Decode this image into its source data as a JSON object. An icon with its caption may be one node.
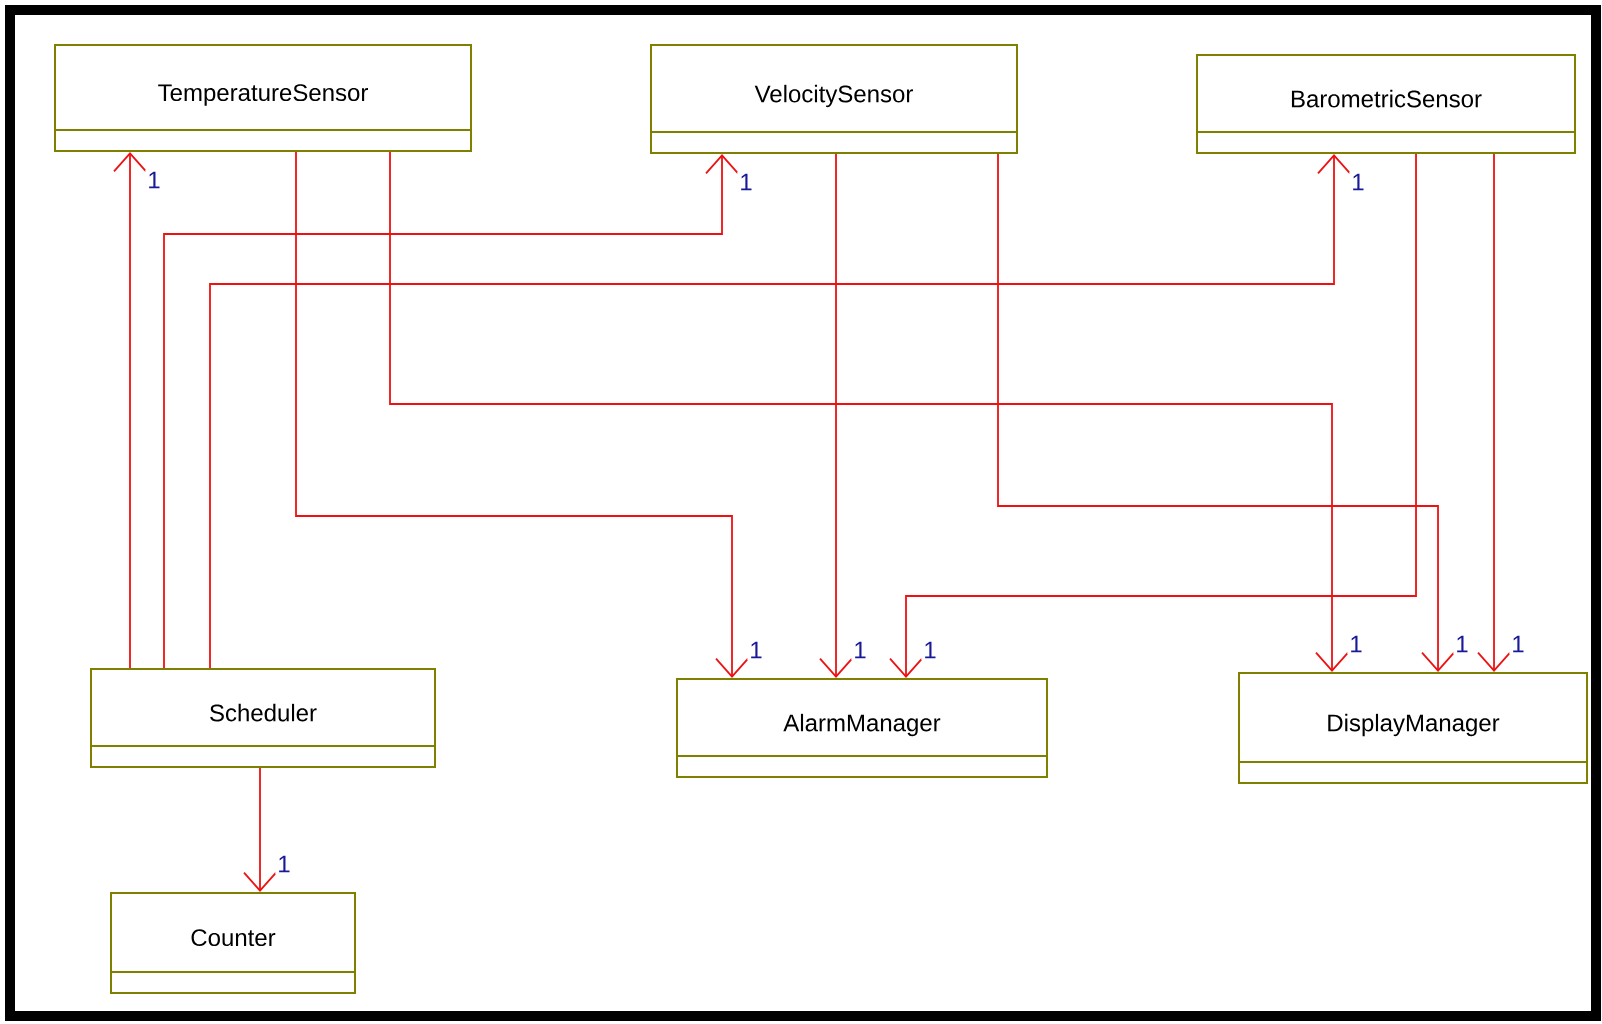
{
  "diagram": {
    "nodes": [
      {
        "text": [
          "TemperatureSensor"
        ]
      },
      {
        "text": [
          "VelocitySensor"
        ]
      },
      {
        "text": [
          "BarometricSensor"
        ]
      },
      {
        "text": [
          "Scheduler"
        ]
      },
      {
        "text": [
          "AlarmManager"
        ]
      },
      {
        "text": [
          "DisplayManager"
        ]
      },
      {
        "text": [
          "Counter"
        ]
      }
    ],
    "edges": [
      {
        "from": 3,
        "to": 0,
        "arrow": "to",
        "label": "1"
      },
      {
        "from": 3,
        "to": 1,
        "arrow": "to",
        "label": "1"
      },
      {
        "from": 3,
        "to": 2,
        "arrow": "to",
        "label": "1"
      },
      {
        "from": 0,
        "to": 4,
        "arrow": "to",
        "label": "1"
      },
      {
        "from": 0,
        "to": 5,
        "arrow": "to",
        "label": "1"
      },
      {
        "from": 1,
        "to": 4,
        "arrow": "to",
        "label": "1"
      },
      {
        "from": 1,
        "to": 5,
        "arrow": "to",
        "label": "1"
      },
      {
        "from": 2,
        "to": 4,
        "arrow": "to",
        "label": "1"
      },
      {
        "from": 2,
        "to": 5,
        "arrow": "to",
        "label": "1"
      },
      {
        "from": 3,
        "to": 6,
        "arrow": "to",
        "label": "1"
      }
    ]
  }
}
